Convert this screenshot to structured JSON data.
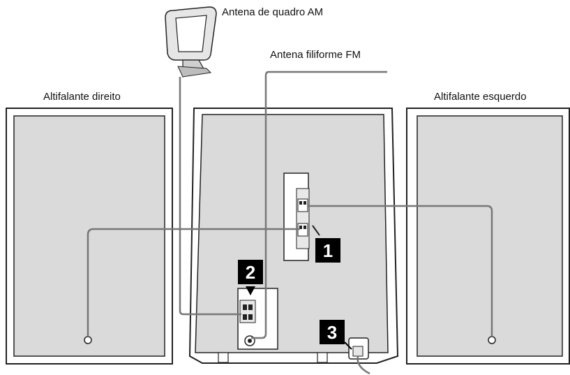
{
  "labels": {
    "am_antenna": "Antena de quadro AM",
    "fm_antenna": "Antena filiforme FM",
    "right_speaker": "Altifalante direito",
    "left_speaker": "Altifalante esquerdo"
  },
  "steps": [
    "1",
    "2",
    "3"
  ],
  "colors": {
    "panel_fill": "#d9d9d9",
    "outline": "#222222",
    "cable": "#777777",
    "badge": "#000000"
  }
}
